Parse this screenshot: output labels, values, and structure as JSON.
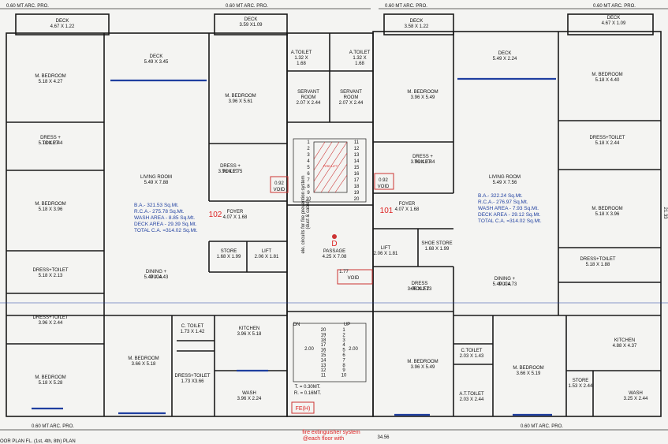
{
  "setbacks": {
    "top_left": "0.60 MT ARC. PRO.",
    "top_mid_left": "0.60 MT ARC. PRO.",
    "top_mid_right": "0.60 MT ARC. PRO.",
    "top_right": "0.60 MT ARC. PRO.",
    "bottom_left": "0.60 MT ARC. PRO.",
    "bottom_right": "0.60 MT ARC. PRO."
  },
  "plan_title": "OOR PLAN FL. (1st, 4th, 8th) PLAN",
  "overall_dim": "34.56",
  "side_dim": "21.33",
  "flat_102": {
    "number": "102",
    "areas": [
      "B.A.- 321.53 Sq.Mt.",
      "R.C.A.- 275.78 Sq.Mt.",
      "WASH AREA - 8.85 Sq.Mt.",
      "DECK AREA - 29.39 Sq.Mt.",
      "TOTAL C.A. =314.02 Sq.Mt."
    ],
    "rooms": [
      {
        "name": "DECK",
        "dim": "4.67 X 1.22"
      },
      {
        "name": "DECK",
        "dim": "3.59 X1.09"
      },
      {
        "name": "DECK",
        "dim": "5.49 X 3.45"
      },
      {
        "name": "M. BEDROOM",
        "dim": "5.18 X 4.27"
      },
      {
        "name": "M. BEDROOM",
        "dim": "3.96 X 5.61"
      },
      {
        "name": "DRESS +",
        "dim": "TOILET"
      },
      {
        "name": "5.18 X 2.44",
        "dim": ""
      },
      {
        "name": "DRESS +",
        "dim": "TOILET"
      },
      {
        "name": "3.96 X 2.75",
        "dim": ""
      },
      {
        "name": "LIVING ROOM",
        "dim": "5.49 X 7.88"
      },
      {
        "name": "M. BEDROOM",
        "dim": "5.18 X 3.96"
      },
      {
        "name": "FOYER",
        "dim": "4.07 X 1.68"
      },
      {
        "name": "STORE",
        "dim": "1.68 X 1.99"
      },
      {
        "name": "LIFT",
        "dim": "2.06 X 1.81"
      },
      {
        "name": "DRESS+TOILET",
        "dim": "5.18 X 2.13"
      },
      {
        "name": "DINING +",
        "dim": "PUJA"
      },
      {
        "name": "5.49 X 4.43",
        "dim": ""
      },
      {
        "name": "DRESS+TOILET",
        "dim": "3.96 X 2.44"
      },
      {
        "name": "C. TOILET",
        "dim": "1.73 X 1.42"
      },
      {
        "name": "KITCHEN",
        "dim": "3.96 X 5.18"
      },
      {
        "name": "M. BEDROOM",
        "dim": "3.66 X 5.18"
      },
      {
        "name": "DRESS+TOILET",
        "dim": "1.73 X3.66"
      },
      {
        "name": "M. BEDROOM",
        "dim": "5.18 X 5.28"
      },
      {
        "name": "WASH",
        "dim": "3.96 X 2.24"
      }
    ]
  },
  "flat_101": {
    "number": "101",
    "areas": [
      "B.A.- 322.24 Sq.Mt.",
      "R.C.A.- 276.97 Sq.Mt.",
      "WASH AREA - 7.93 Sq.Mt.",
      "DECK AREA - 29.12 Sq.Mt.",
      "TOTAL C.A. =314.02 Sq.Mt."
    ],
    "rooms": [
      {
        "name": "DECK",
        "dim": "3.58 X 1.22"
      },
      {
        "name": "DECK",
        "dim": "4.67 X 1.09"
      },
      {
        "name": "DECK",
        "dim": "5.49 X 2.24"
      },
      {
        "name": "M. BEDROOM",
        "dim": "3.96 X 5.49"
      },
      {
        "name": "M. BEDROOM",
        "dim": "5.18 X 4.40"
      },
      {
        "name": "DRESS +",
        "dim": "TOILET"
      },
      {
        "name": "3.96 X 2.44",
        "dim": ""
      },
      {
        "name": "DRESS+TOILET",
        "dim": "5.18 X 2.44"
      },
      {
        "name": "LIVING ROOM",
        "dim": "5.49 X 7.56"
      },
      {
        "name": "M. BEDROOM",
        "dim": "5.18 X 3.96"
      },
      {
        "name": "FOYER",
        "dim": "4.07 X 1.68"
      },
      {
        "name": "LIFT",
        "dim": "2.06 X 1.81"
      },
      {
        "name": "SHOE STORE",
        "dim": "1.68 X 1.99"
      },
      {
        "name": "DRESS+TOILET",
        "dim": "5.18 X 1.88"
      },
      {
        "name": "DRESS",
        "dim": "+TOILET"
      },
      {
        "name": "3.96 X 2.23",
        "dim": ""
      },
      {
        "name": "DINING +",
        "dim": "PUJA"
      },
      {
        "name": "5.49 X 4.73",
        "dim": ""
      },
      {
        "name": "M. BEDROOM",
        "dim": "3.96 X 5.49"
      },
      {
        "name": "C.TOILET",
        "dim": "2.03 X 1.43"
      },
      {
        "name": "M. BEDROOM",
        "dim": "3.66 X 5.19"
      },
      {
        "name": "KITCHEN",
        "dim": "4.88 X 4.37"
      },
      {
        "name": "A.T.TOILET",
        "dim": "2.03 X 2.44"
      },
      {
        "name": "STORE",
        "dim": "1.53 X 2.44"
      },
      {
        "name": "WASH",
        "dim": "3.25 X 2.44"
      }
    ]
  },
  "core": {
    "a_toilet_left": {
      "name": "A.TOILET",
      "l1": "1.32 X",
      "l2": "1.68"
    },
    "a_toilet_right": {
      "name": "A.TOILET",
      "l1": "1.32 X",
      "l2": "1.68"
    },
    "servant_left": {
      "name": "SERVANT",
      "l1": "ROOM",
      "l2": "2.07 X 2.44"
    },
    "servant_right": {
      "name": "SERVANT",
      "l1": "ROOM",
      "l2": "2.07 X 2.44"
    },
    "passage": {
      "name": "PASSAGE",
      "dim": "4.25 X 7.08"
    },
    "door_d": "D",
    "void_small": "VOID",
    "void_dim": "0.92",
    "fire_lift": "FIRE LIFT",
    "stair_note": "T. = 0.30MT. R. = 0.16MT.",
    "stair_t": "T. = 0.30MT.",
    "stair_r": "R. = 0.16MT.",
    "stair_dn": "DN",
    "stair_up": "UP",
    "stair_dim_lr": "2.00",
    "stair_dim_v": "2.00",
    "shaft_note": "ele. circuits for fire prevention system",
    "shaft_note_2": "(duct & cable)",
    "fire_ext": "fire extinguisher system",
    "fire_ext_2": "@each floor with",
    "fe_box": "FE(H)",
    "void_lower": "VOID",
    "void_lower_dim": "1.77"
  },
  "stair_upper_left": [
    "1",
    "2",
    "3",
    "4",
    "5",
    "6",
    "7",
    "8",
    "9",
    "10"
  ],
  "stair_upper_right": [
    "11",
    "12",
    "13",
    "14",
    "15",
    "16",
    "17",
    "18",
    "19",
    "20"
  ],
  "stair_lower_left": [
    "20",
    "19",
    "18",
    "17",
    "16",
    "15",
    "14",
    "13",
    "12",
    "11"
  ],
  "stair_lower_right": [
    "1",
    "2",
    "3",
    "4",
    "5",
    "6",
    "7",
    "8",
    "9",
    "10"
  ]
}
